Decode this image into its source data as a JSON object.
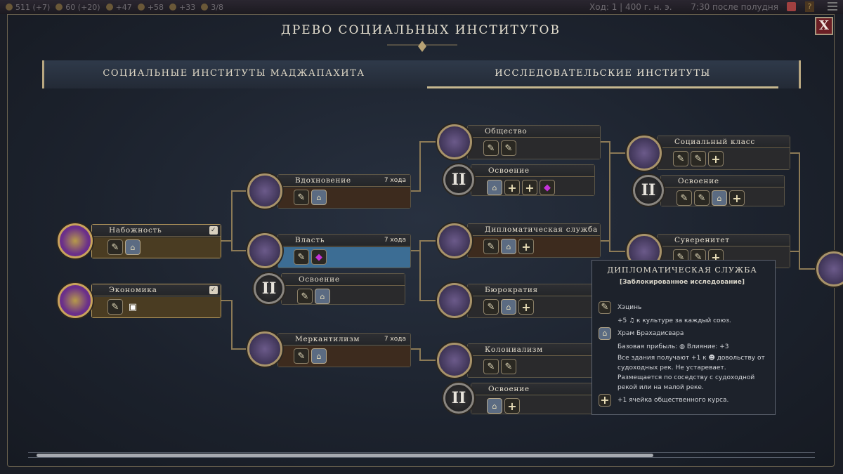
{
  "topbar": {
    "resources": [
      {
        "icon": "gold-icon",
        "value": "511 (+7)"
      },
      {
        "icon": "influence-icon",
        "value": "60 (+20)"
      },
      {
        "icon": "science-icon",
        "value": "+47"
      },
      {
        "icon": "culture-icon",
        "value": "+58"
      },
      {
        "icon": "happiness-icon",
        "value": "+33"
      },
      {
        "icon": "settlements-icon",
        "value": "3/8"
      }
    ],
    "turn": "Ход: 1 | 400 г. н. э.",
    "time": "7:30 после полудня",
    "help": "?"
  },
  "title": "ДРЕВО СОЦИАЛЬНЫХ ИНСТИТУТОВ",
  "close_label": "X",
  "tabs": [
    {
      "label": "СОЦИАЛЬНЫЕ ИНСТИТУТЫ МАДЖАПАХИТА",
      "active": false
    },
    {
      "label": "ИССЛЕДОВАТЕЛЬСКИЕ ИНСТИТУТЫ",
      "active": true
    }
  ],
  "nodes": [
    {
      "name": "Набожность",
      "state": "done",
      "checked": true,
      "icons": [
        "quill-icon",
        "building-icon"
      ]
    },
    {
      "name": "Экономика",
      "state": "done",
      "checked": true,
      "icons": [
        "quill-icon",
        "treasury-icon"
      ]
    },
    {
      "name": "Вдохновение",
      "state": "brown",
      "turns": "7 хода",
      "icons": [
        "quill-icon",
        "building-icon"
      ]
    },
    {
      "name": "Власть",
      "state": "blue",
      "turns": "7 хода",
      "icons": [
        "quill-icon",
        "gem-icon"
      ]
    },
    {
      "name": "Освоение",
      "state": "dark",
      "mastery": "II",
      "icons": [
        "quill-icon",
        "building-icon"
      ]
    },
    {
      "name": "Меркантилизм",
      "state": "brown",
      "turns": "7 хода",
      "icons": [
        "quill-icon",
        "building-icon"
      ]
    },
    {
      "name": "Общество",
      "state": "dark",
      "icons": [
        "quill-icon",
        "quill-icon"
      ]
    },
    {
      "name": "Освоение",
      "state": "dark",
      "mastery": "II",
      "icons": [
        "building-icon",
        "plus-icon",
        "plus-icon",
        "gem-icon"
      ]
    },
    {
      "name": "Дипломатическая служба",
      "state": "brown",
      "icons": [
        "quill-icon",
        "building-icon",
        "plus-icon"
      ]
    },
    {
      "name": "Бюрократия",
      "state": "dark",
      "icons": [
        "quill-icon",
        "building-icon",
        "plus-icon"
      ]
    },
    {
      "name": "Колониализм",
      "state": "dark",
      "icons": [
        "quill-icon",
        "quill-icon"
      ]
    },
    {
      "name": "Освоение",
      "state": "dark",
      "mastery": "II",
      "icons": [
        "building-icon",
        "plus-icon"
      ]
    },
    {
      "name": "Социальный класс",
      "state": "dark",
      "icons": [
        "quill-icon",
        "quill-icon",
        "plus-icon"
      ]
    },
    {
      "name": "Освоение",
      "state": "dark",
      "mastery": "II",
      "icons": [
        "quill-icon",
        "quill-icon",
        "building-icon",
        "plus-icon"
      ]
    },
    {
      "name": "Суверенитет",
      "state": "dark",
      "icons": [
        "quill-icon",
        "quill-icon",
        "plus-icon"
      ]
    }
  ],
  "tooltip": {
    "title": "ДИПЛОМАТИЧЕСКАЯ СЛУЖБА",
    "subtitle": "[Заблокированное исследование]",
    "rows": [
      {
        "icon": "quill-icon",
        "text": "Хэцинь"
      },
      {
        "text": "+5 ♫ к культуре за каждый союз."
      },
      {
        "icon": "building-icon",
        "text": "Храм Брахадисвара"
      },
      {
        "text": "Базовая прибыль: ◍ Влияние: +3"
      },
      {
        "text": "Все здания получают +1 к ☻ довольству от судоходных рек. Не устаревает. Размещается по соседству с судоходной рекой или на малой реке."
      },
      {
        "icon": "plus-icon",
        "text": "+1 ячейка общественного курса."
      }
    ]
  },
  "colors": {
    "accent": "#c9a35c",
    "blue_node": "#3c6d94",
    "close": "#6b1f25"
  }
}
